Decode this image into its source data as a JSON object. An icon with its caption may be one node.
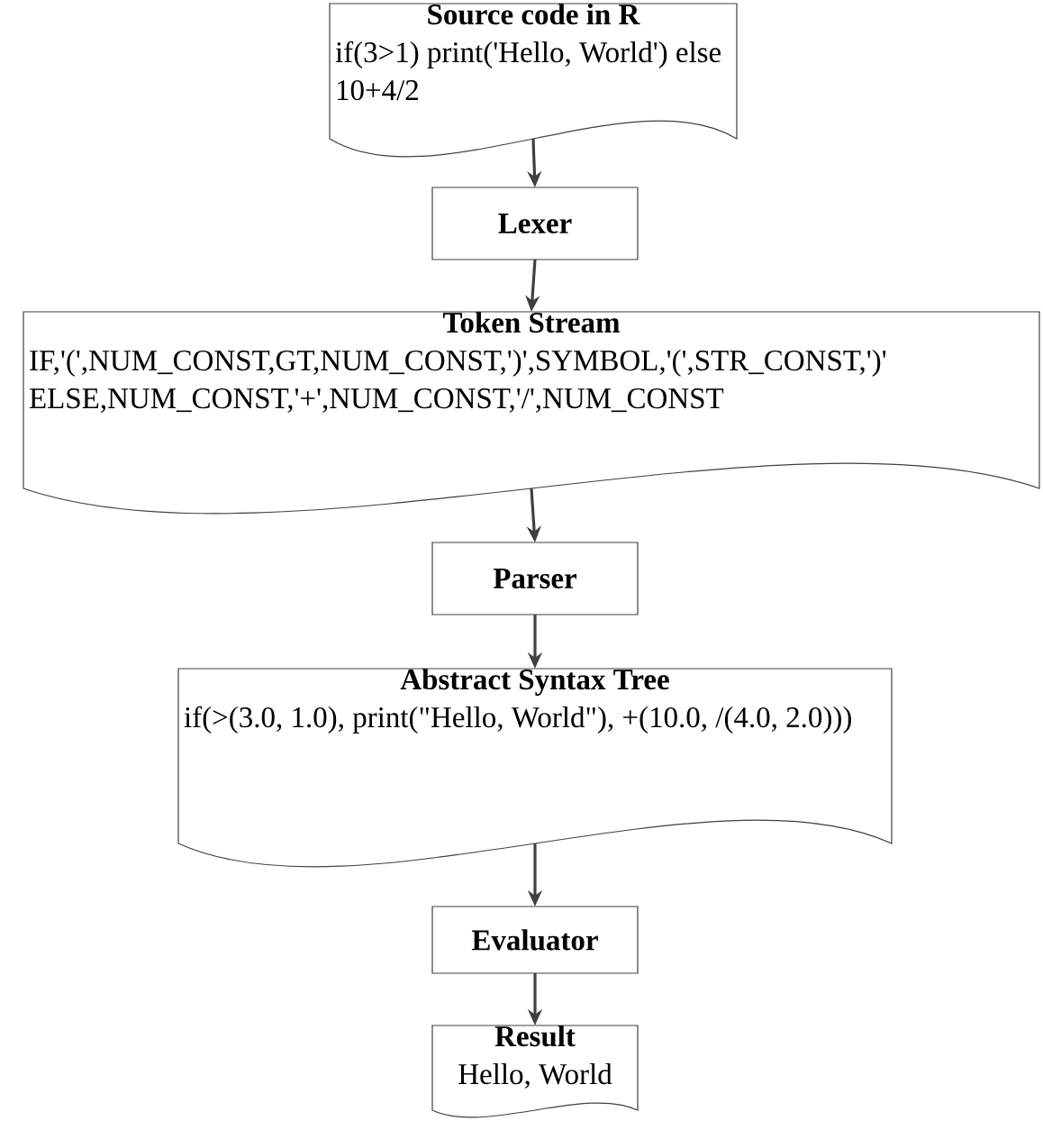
{
  "diagram": {
    "nodes": [
      {
        "text": [
          "Source code in R",
          "if(3>1) print('Hello, World') else 10+4/2"
        ]
      },
      {
        "text": [
          "Lexer"
        ]
      },
      {
        "text": [
          "Token Stream",
          "IF,'(',NUM_CONST,GT,NUM_CONST,')',SYMBOL,'(',STR_CONST,')' ELSE,NUM_CONST,'+',NUM_CONST,'/',NUM_CONST"
        ]
      },
      {
        "text": [
          "Parser"
        ]
      },
      {
        "text": [
          "Abstract Syntax Tree",
          "if(>(3.0, 1.0), print(\"Hello, World\"), +(10.0, /(4.0, 2.0)))"
        ]
      },
      {
        "text": [
          "Evaluator"
        ]
      },
      {
        "text": [
          "Result",
          "Hello, World"
        ]
      }
    ],
    "edges": [
      {
        "from": 0,
        "to": 1,
        "arrow": "to"
      },
      {
        "from": 1,
        "to": 2,
        "arrow": "to"
      },
      {
        "from": 2,
        "to": 3,
        "arrow": "to"
      },
      {
        "from": 3,
        "to": 4,
        "arrow": "to"
      },
      {
        "from": 4,
        "to": 5,
        "arrow": "to"
      },
      {
        "from": 5,
        "to": 6,
        "arrow": "to"
      }
    ]
  }
}
